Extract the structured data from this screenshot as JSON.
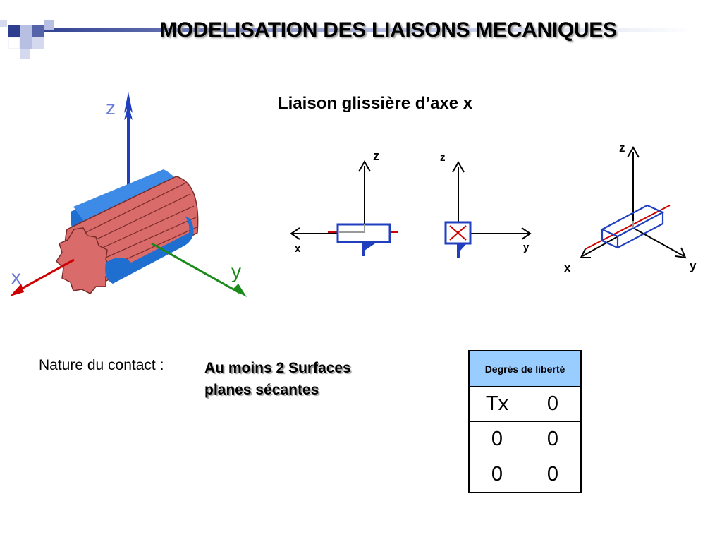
{
  "slide": {
    "title": "MODELISATION DES LIAISONS MECANIQUES",
    "subtitle": "Liaison glissière d’axe x"
  },
  "illustration_3d": {
    "axis_labels": {
      "x": "x",
      "y": "y",
      "z": "z"
    }
  },
  "schema_planar_xz": {
    "axis_labels": {
      "z": "z",
      "x": "x"
    }
  },
  "schema_planar_yz": {
    "axis_labels": {
      "z": "z",
      "y": "y"
    }
  },
  "schema_3d": {
    "axis_labels": {
      "z": "z",
      "x": "x",
      "y": "y"
    }
  },
  "contact": {
    "label": "Nature du contact :",
    "value_line1": "Au moins 2 Surfaces",
    "value_line2": "planes sécantes"
  },
  "dof_table": {
    "header": "Degrés de liberté",
    "rows": [
      [
        "Tx",
        "0"
      ],
      [
        "0",
        "0"
      ],
      [
        "0",
        "0"
      ]
    ]
  },
  "colors": {
    "accent_blue": "#1f3fbf",
    "header_square_blue": "#2d3e8f",
    "header_square_light": "#b7bfe3",
    "axis_red": "#cc0000",
    "axis_green": "#1a8a1a",
    "part_red": "#d96b6b",
    "part_blue": "#1f6fd1",
    "table_header_bg": "#99ccff"
  }
}
